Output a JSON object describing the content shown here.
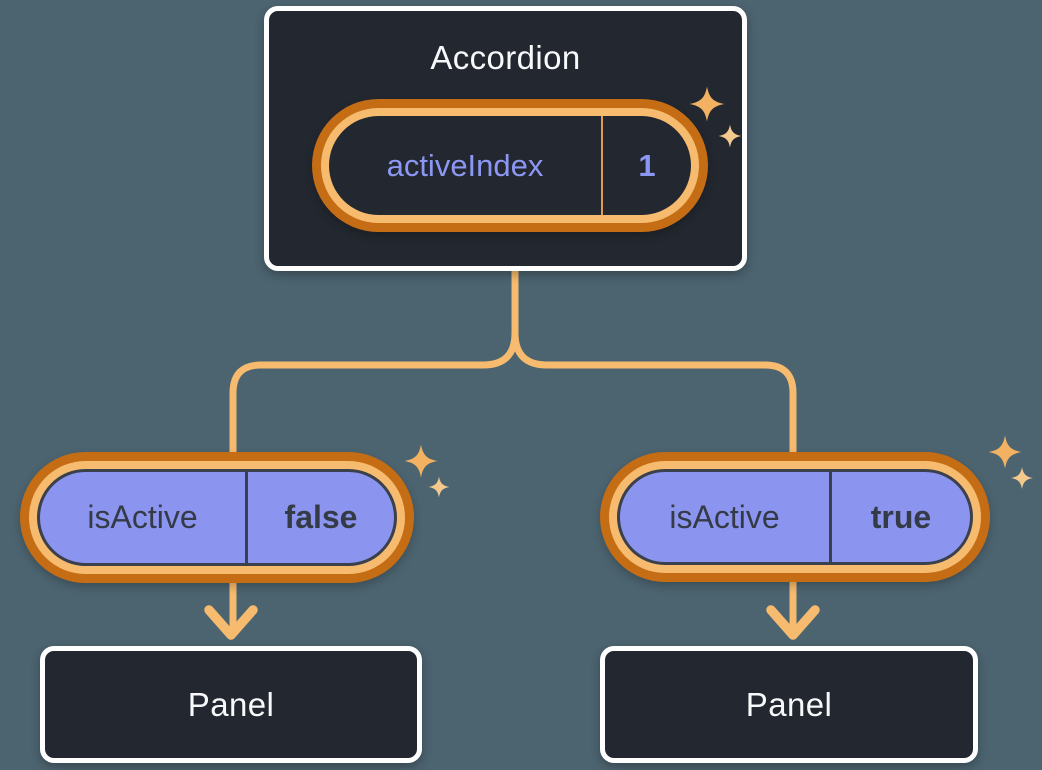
{
  "colors": {
    "background": "#4C6470",
    "node_bg": "#23272F",
    "node_border": "#FFFFFF",
    "node_text": "#F7F9FB",
    "connector": "#F6BB6E",
    "ring_outer": "#C56D15",
    "ring_inner": "#F6BB6E",
    "pill_fill": "#8B95EF",
    "pill_text": "#343A46",
    "pill_divider": "#3A404C",
    "state_text_purple": "#8B97F3",
    "state_divider": "#E49A4C",
    "sparkle_large": "#F2B261",
    "sparkle_small": "#F5C98E"
  },
  "accordion": {
    "title": "Accordion",
    "state": {
      "label": "activeIndex",
      "value": "1"
    }
  },
  "panels": [
    {
      "state": {
        "label": "isActive",
        "value": "false"
      },
      "label": "Panel"
    },
    {
      "state": {
        "label": "isActive",
        "value": "true"
      },
      "label": "Panel"
    }
  ]
}
